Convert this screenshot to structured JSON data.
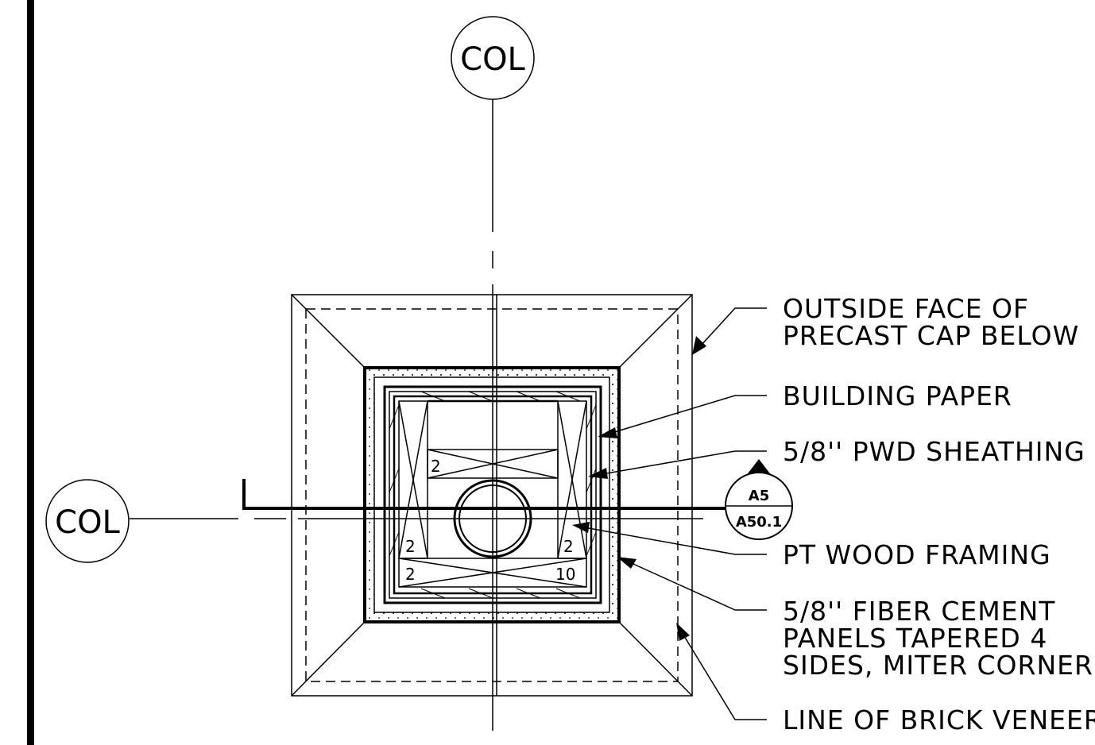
{
  "column_bubbles": {
    "top": "COL",
    "left": "COL"
  },
  "section_marker": {
    "detail": "A5",
    "sheet": "A50.1"
  },
  "framing_numbers": [
    "2",
    "2",
    "2",
    "2",
    "10"
  ],
  "callouts": {
    "precast_cap": [
      "OUTSIDE FACE OF",
      "PRECAST CAP BELOW"
    ],
    "building_paper": [
      "BUILDING PAPER"
    ],
    "sheathing": [
      "5/8'' PWD SHEATHING"
    ],
    "framing": [
      "PT WOOD FRAMING"
    ],
    "fiber_cement": [
      "5/8'' FIBER CEMENT",
      "PANELS TAPERED 4",
      "SIDES, MITER CORNERS"
    ],
    "brick": [
      "LINE OF BRICK VENEER"
    ]
  }
}
